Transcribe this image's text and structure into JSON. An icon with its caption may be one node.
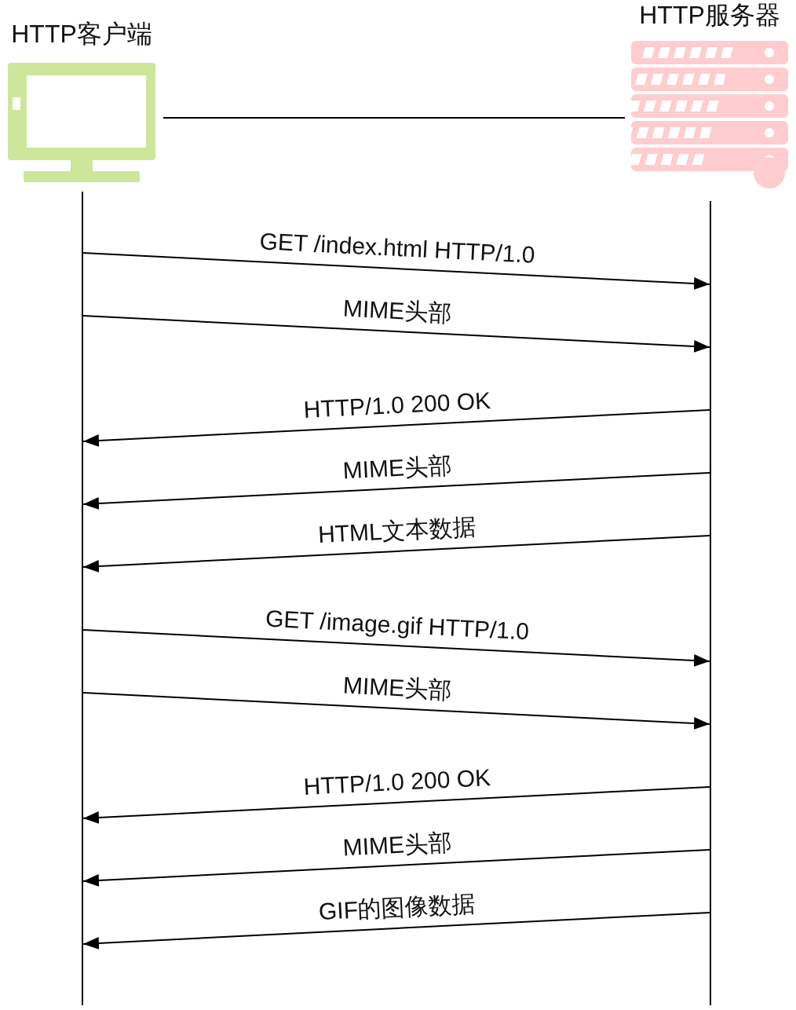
{
  "diagram": {
    "nodes": [
      {
        "text": [
          "HTTP客户端"
        ]
      },
      {
        "text": [
          "HTTP服务器"
        ]
      },
      {
        "text": [],
        "shape": "bar"
      },
      {
        "text": [],
        "shape": "bar"
      }
    ],
    "edges": [
      {
        "from": 0,
        "to": 1,
        "arrow": "none"
      },
      {
        "from": 2,
        "to": 3,
        "arrow": "to",
        "label": "GET /index.html HTTP/1.0"
      },
      {
        "from": 2,
        "to": 3,
        "arrow": "to",
        "label": "MIME头部"
      },
      {
        "from": 3,
        "to": 2,
        "arrow": "to",
        "label": "HTTP/1.0 200 OK"
      },
      {
        "from": 3,
        "to": 2,
        "arrow": "to",
        "label": "MIME头部"
      },
      {
        "from": 3,
        "to": 2,
        "arrow": "to",
        "label": "HTML文本数据"
      },
      {
        "from": 2,
        "to": 3,
        "arrow": "to",
        "label": "GET /image.gif HTTP/1.0"
      },
      {
        "from": 2,
        "to": 3,
        "arrow": "to",
        "label": "MIME头部"
      },
      {
        "from": 3,
        "to": 2,
        "arrow": "to",
        "label": "HTTP/1.0 200 OK"
      },
      {
        "from": 3,
        "to": 2,
        "arrow": "to",
        "label": "MIME头部"
      },
      {
        "from": 3,
        "to": 2,
        "arrow": "to",
        "label": "GIF的图像数据"
      }
    ]
  }
}
